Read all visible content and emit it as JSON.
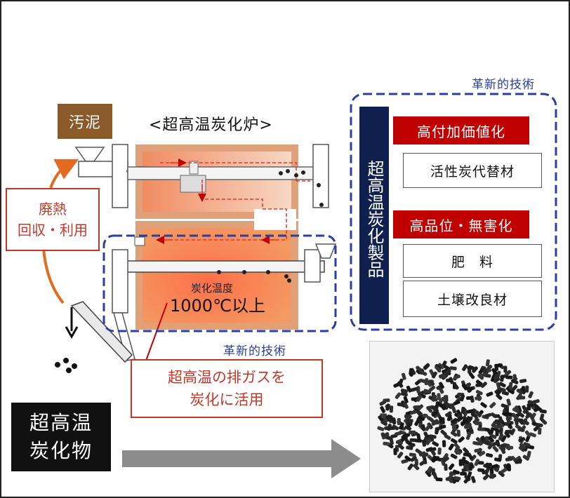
{
  "sludge_label": "汚泥",
  "kiln_title": "<超高温炭化炉>",
  "waste_heat": {
    "line1": "廃熱",
    "line2": "回収・利用"
  },
  "carbonization_temp": {
    "label": "炭化温度",
    "value": "1000℃以上"
  },
  "innovation_label_top": "革新的技術",
  "innovation_label_kiln": "革新的技術",
  "exhaust_gas": {
    "line1": "超高温の排ガスを",
    "line2": "炭化に活用"
  },
  "char_label": {
    "line1": "超高温",
    "line2": "炭化物"
  },
  "products": {
    "title": "超高温炭化製品",
    "high_value": "高付加価値化",
    "activated_carbon": "活性炭代替材",
    "safe_grade": "高品位・無害化",
    "fertilizer": "肥　料",
    "soil_improver": "土壌改良材"
  },
  "colors": {
    "sludge_brown": "#8a5a2b",
    "accent_red": "#c00000",
    "innovation_blue": "#2b3fa0",
    "product_navy": "#0f1f4e",
    "kiln_orange": "#e8845a"
  }
}
